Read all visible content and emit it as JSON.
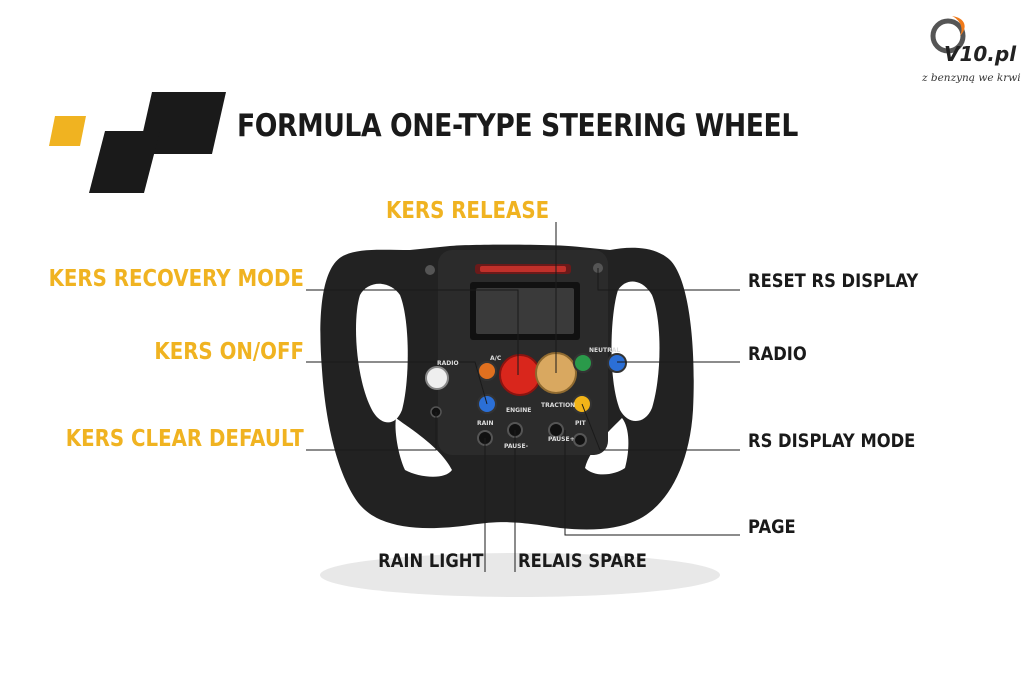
{
  "header": {
    "title": "FORMULA ONE-TYPE STEERING WHEEL"
  },
  "brand": {
    "logo_text": "V10.pl",
    "tagline": "z benzyną we krwi"
  },
  "colors": {
    "accent_yellow": "#f0b321",
    "dark": "#1a1a1a",
    "button_orange": "#e0701f",
    "button_red": "#d9261c",
    "button_tan": "#d9a860",
    "button_green": "#2a9a4a",
    "button_blue": "#2b6fd6",
    "button_yellow": "#f2b418"
  },
  "labels": {
    "kers_release": "KERS RELEASE",
    "kers_recovery_mode": "KERS RECOVERY MODE",
    "kers_on_off": "KERS ON/OFF",
    "kers_clear_default": "KERS CLEAR DEFAULT",
    "reset_rs_display": "RESET RS DISPLAY",
    "radio": "RADIO",
    "rs_display_mode": "RS DISPLAY MODE",
    "page": "PAGE",
    "rain_light": "RAIN LIGHT",
    "relais_spare": "RELAIS SPARE"
  },
  "wheel_markings": {
    "radio": "RADIO",
    "ac": "A/C",
    "neutral": "NEUTRAL",
    "engine": "ENGINE",
    "traction": "TRACTION",
    "rain": "RAIN",
    "pit": "PIT",
    "pause_left": "PAUSE-",
    "pause_right": "PAUSE+"
  }
}
